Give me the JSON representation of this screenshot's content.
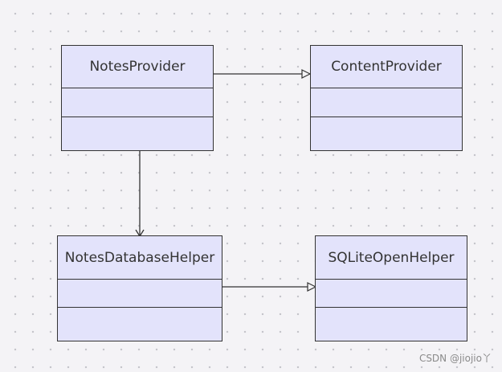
{
  "diagram": {
    "classes": [
      {
        "id": "notes-provider",
        "name": "NotesProvider"
      },
      {
        "id": "content-provider",
        "name": "ContentProvider"
      },
      {
        "id": "notes-database-helper",
        "name": "NotesDatabaseHelper"
      },
      {
        "id": "sqlite-open-helper",
        "name": "SQLiteOpenHelper"
      }
    ],
    "relations": [
      {
        "from": "NotesProvider",
        "to": "ContentProvider",
        "kind": "inheritance"
      },
      {
        "from": "NotesProvider",
        "to": "NotesDatabaseHelper",
        "kind": "association"
      },
      {
        "from": "NotesDatabaseHelper",
        "to": "SQLiteOpenHelper",
        "kind": "inheritance"
      }
    ]
  },
  "colors": {
    "background": "#f4f3f6",
    "class_fill": "#e3e3fb",
    "line": "#333333"
  },
  "watermark": "CSDN @jiojio丫"
}
